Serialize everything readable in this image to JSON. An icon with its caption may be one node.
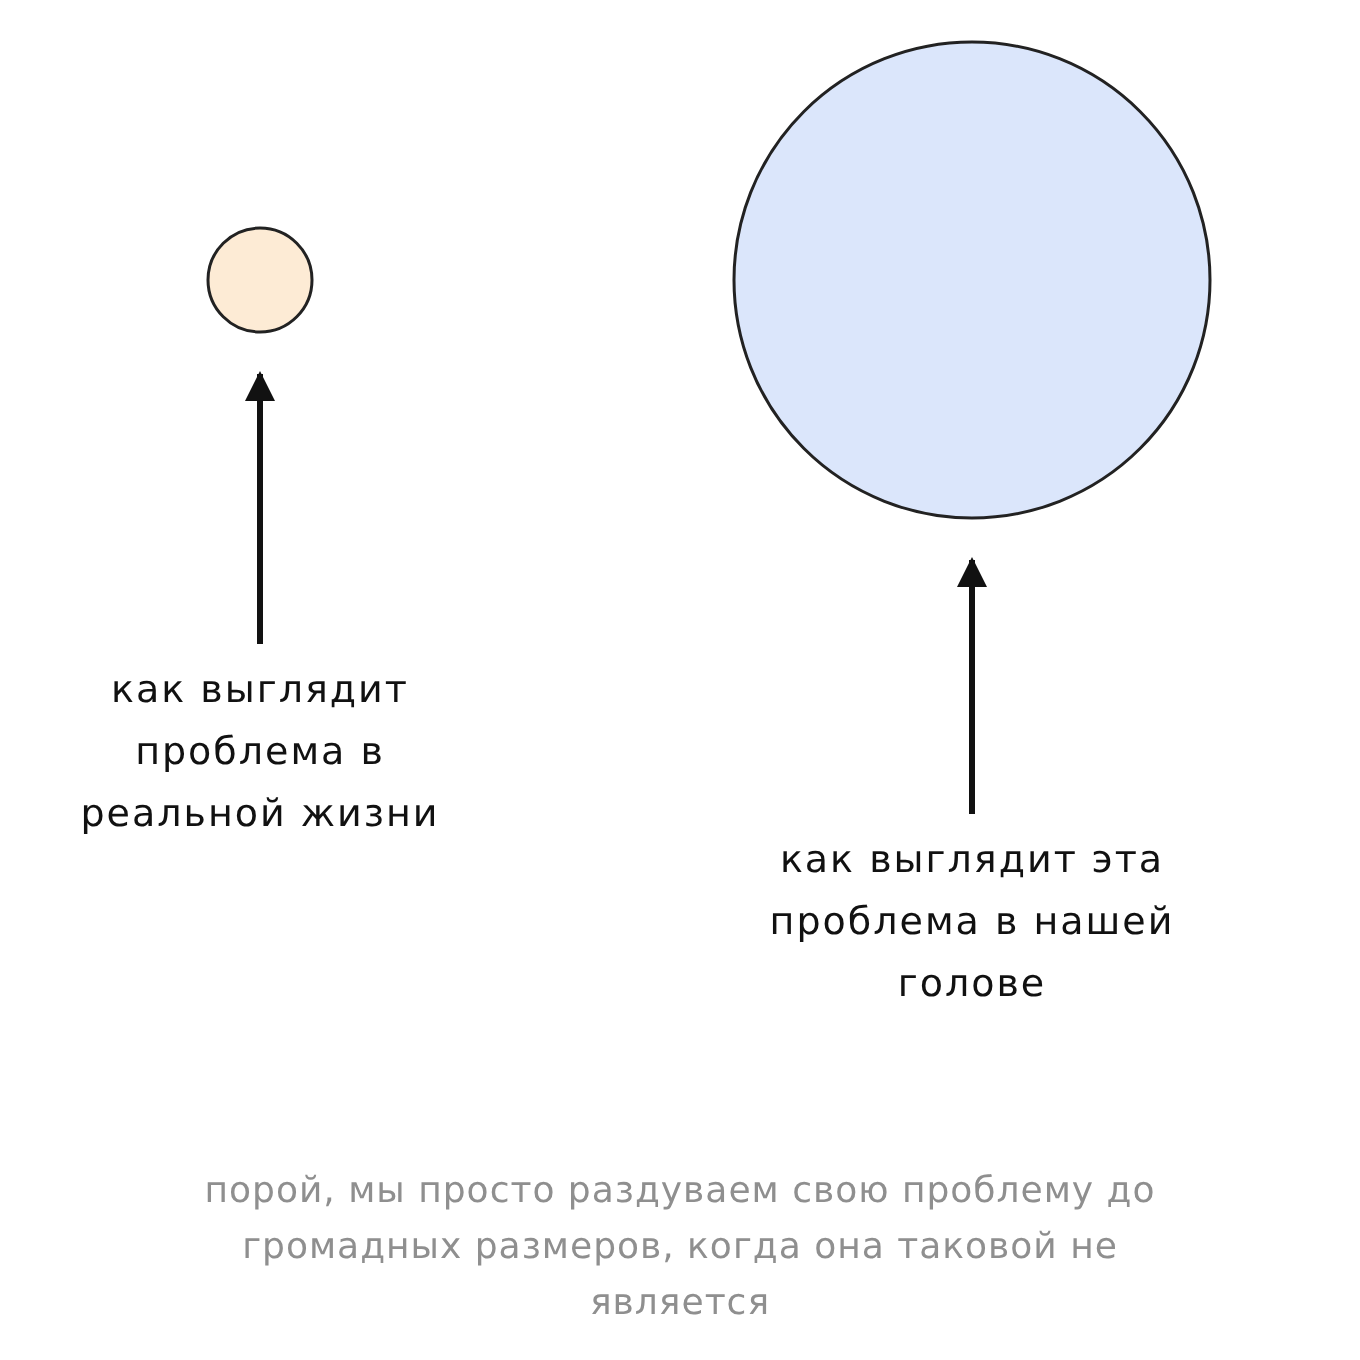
{
  "diagram": {
    "caption": "порой, мы просто раздуваем свою проблему до громадных размеров, когда она таковой не является",
    "nodes": [
      {
        "text": [],
        "shape": "circle"
      },
      {
        "text": [
          "как выглядит проблема в реальной жизни"
        ]
      },
      {
        "text": [],
        "shape": "circle"
      },
      {
        "text": [
          "как выглядит эта проблема в нашей голове"
        ]
      }
    ],
    "edges": [
      {
        "from": 1,
        "to": 0,
        "arrow": "to"
      },
      {
        "from": 3,
        "to": 2,
        "arrow": "to"
      }
    ]
  }
}
